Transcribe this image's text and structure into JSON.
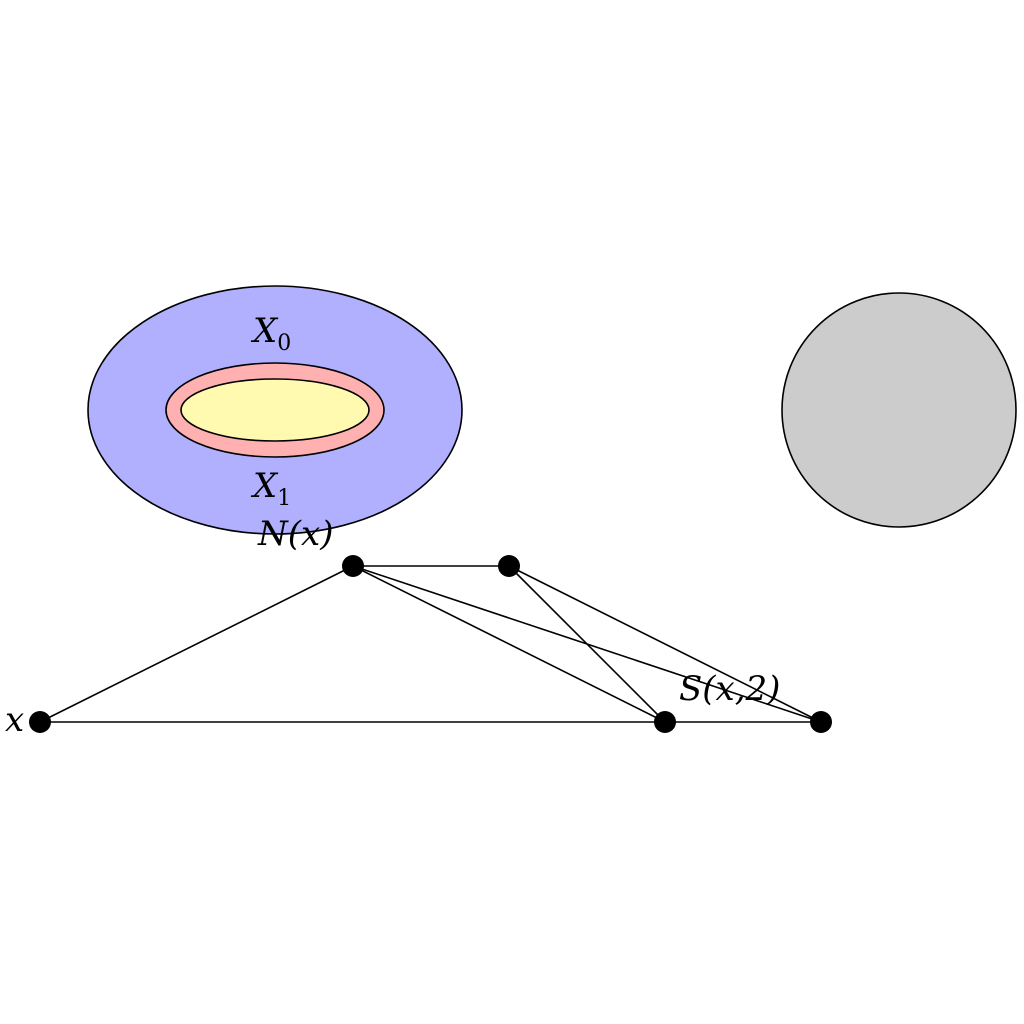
{
  "sets": {
    "outer_label": {
      "base": "X",
      "sub": "0"
    },
    "inner_label": {
      "base": "X",
      "sub": "1"
    },
    "colors": {
      "outer": "#b0b0ff",
      "ring": "#ffb0b0",
      "core": "#fffab0",
      "disk": "#cccccc",
      "stroke": "#000000"
    }
  },
  "graph": {
    "labels": {
      "x": "x",
      "neighborhood": "N(x)",
      "sphere": "S(x,2)"
    },
    "nodes": [
      "x",
      "a",
      "b",
      "c",
      "d"
    ],
    "edges": [
      [
        "x",
        "a"
      ],
      [
        "x",
        "c"
      ],
      [
        "a",
        "b"
      ],
      [
        "a",
        "c"
      ],
      [
        "a",
        "d"
      ],
      [
        "b",
        "c"
      ],
      [
        "b",
        "d"
      ],
      [
        "c",
        "d"
      ]
    ]
  }
}
